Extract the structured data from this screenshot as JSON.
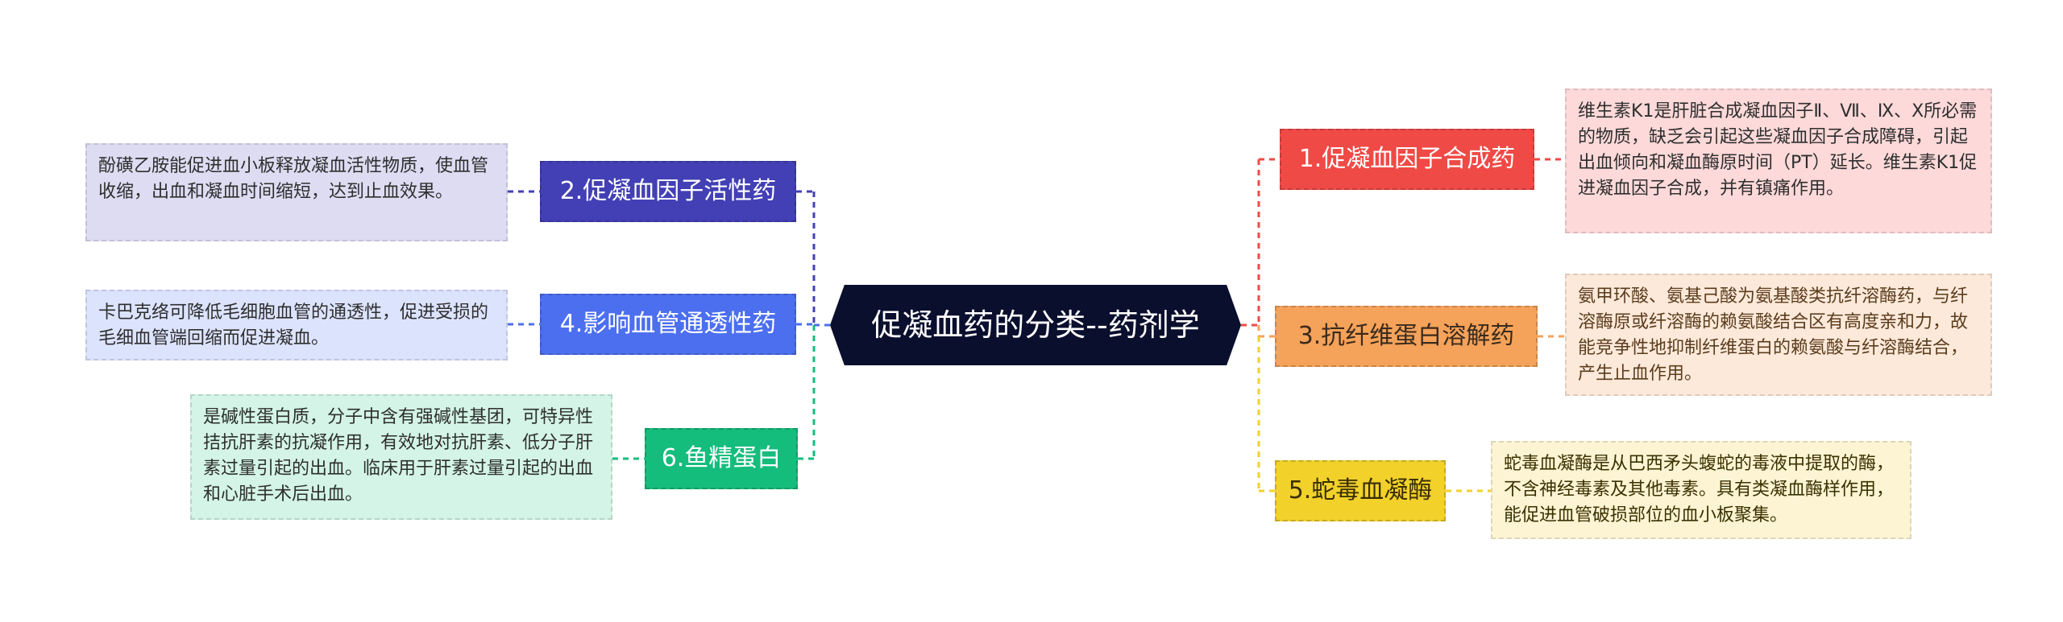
{
  "root": {
    "title": "促凝血药的分类--药剂学",
    "color": "#0b0f2e"
  },
  "branches": [
    {
      "label": "1.促凝血因子合成药",
      "color": "#f04a46",
      "detail": "维生素K1是肝脏合成凝血因子Ⅱ、Ⅶ、Ⅸ、Ⅹ所必需的物质，缺乏会引起这些凝血因子合成障碍，引起出血倾向和凝血酶原时间（PT）延长。维生素K1促进凝血因子合成，并有镇痛作用。",
      "detail_bg": "#fdd9d9"
    },
    {
      "label": "2.促凝血因子活性药",
      "color": "#4340b5",
      "detail": "酚磺乙胺能促进血小板释放凝血活性物质，使血管收缩，出血和凝血时间缩短，达到止血效果。",
      "detail_bg": "#dddcf2"
    },
    {
      "label": "3.抗纤维蛋白溶解药",
      "color": "#f5a25a",
      "detail": "氨甲环酸、氨基己酸为氨基酸类抗纤溶酶药，与纤溶酶原或纤溶酶的赖氨酸结合区有高度亲和力，故能竞争性地抑制纤维蛋白的赖氨酸与纤溶酶结合，产生止血作用。",
      "detail_bg": "#fde9da"
    },
    {
      "label": "4.影响血管通透性药",
      "color": "#4c6ff0",
      "detail": "卡巴克络可降低毛细胞血管的通透性，促进受损的毛细血管端回缩而促进凝血。",
      "detail_bg": "#dce3fd"
    },
    {
      "label": "5.蛇毒血凝酶",
      "color": "#f2d12b",
      "detail": "蛇毒血凝酶是从巴西矛头蝮蛇的毒液中提取的酶，不含神经毒素及其他毒素。具有类凝血酶样作用，能促进血管破损部位的血小板聚集。",
      "detail_bg": "#fcf4d3"
    },
    {
      "label": "6.鱼精蛋白",
      "color": "#15bd7c",
      "detail": "是碱性蛋白质，分子中含有强碱性基团，可特异性拮抗肝素的抗凝作用，有效地对抗肝素、低分子肝素过量引起的出血。临床用于肝素过量引起的出血和心脏手术后出血。",
      "detail_bg": "#d3f4e6"
    }
  ]
}
